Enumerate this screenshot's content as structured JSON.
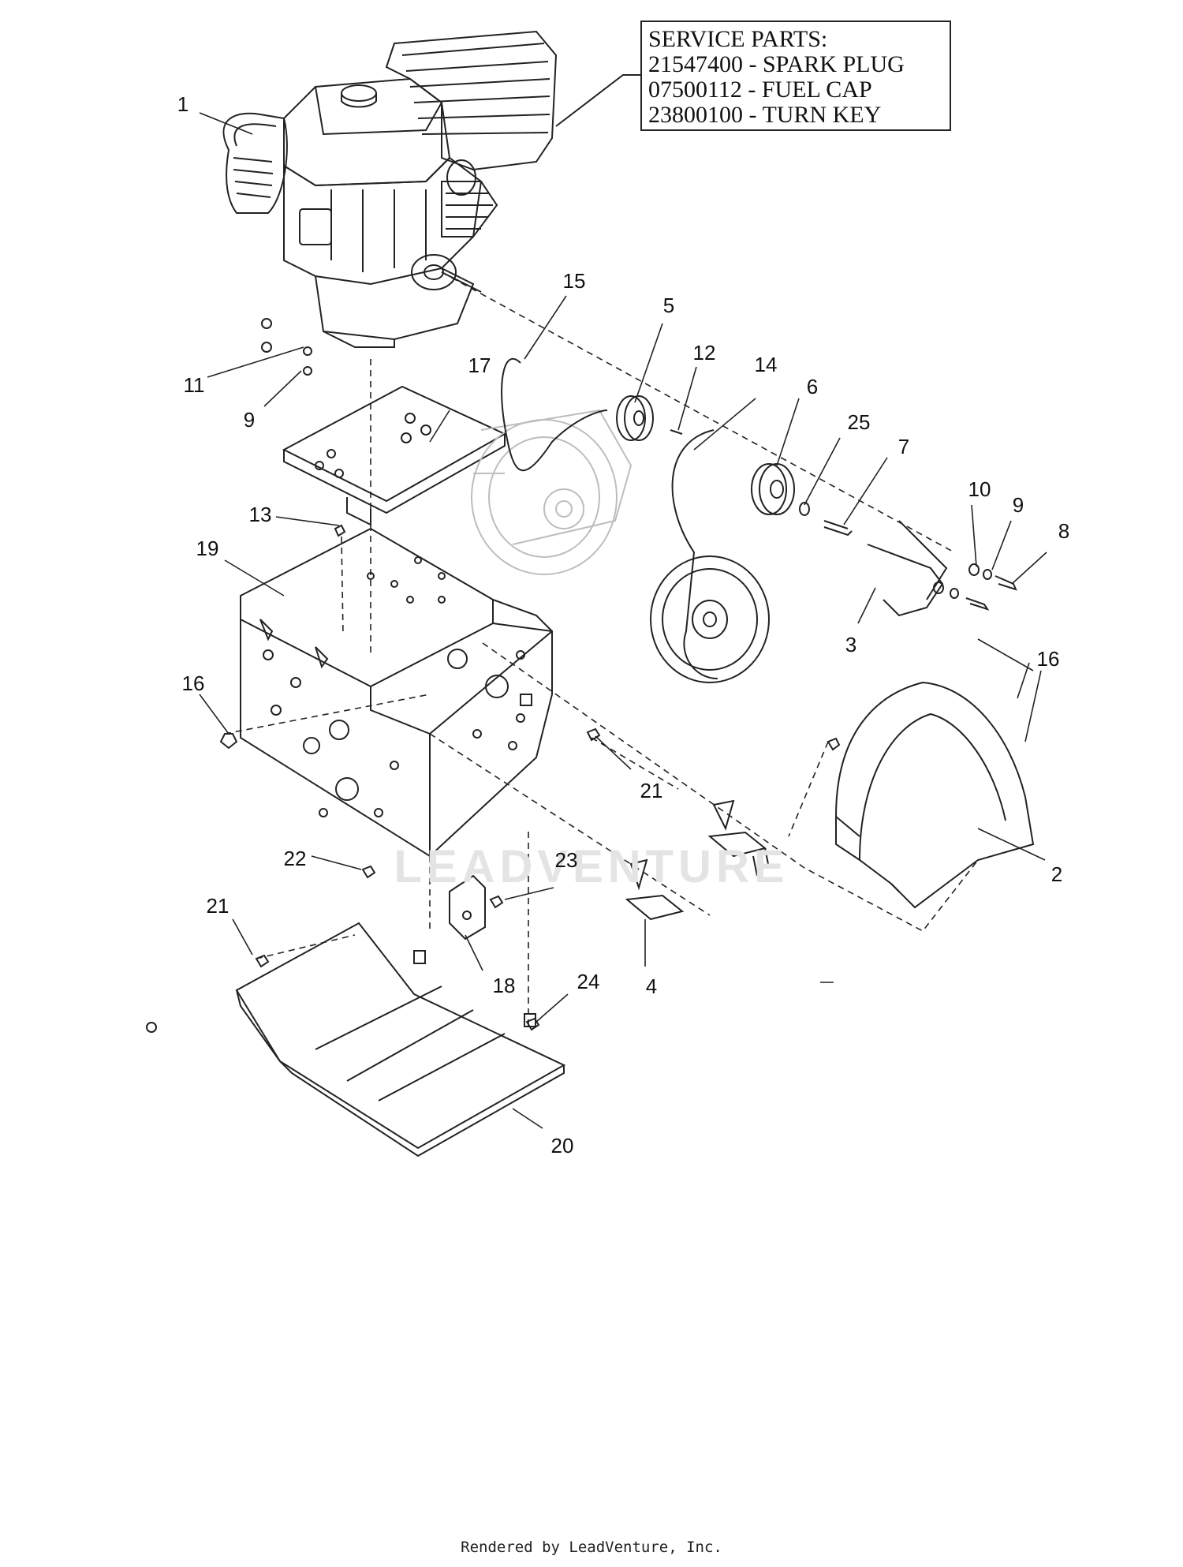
{
  "service_parts": {
    "title": "SERVICE PARTS:",
    "lines": [
      "21547400 - SPARK PLUG",
      "07500112 - FUEL CAP",
      "23800100 - TURN KEY"
    ]
  },
  "callouts": [
    {
      "id": "c1",
      "label": "1"
    },
    {
      "id": "c2",
      "label": "2"
    },
    {
      "id": "c3",
      "label": "3"
    },
    {
      "id": "c4",
      "label": "4"
    },
    {
      "id": "c5",
      "label": "5"
    },
    {
      "id": "c6",
      "label": "6"
    },
    {
      "id": "c7",
      "label": "7"
    },
    {
      "id": "c8",
      "label": "8"
    },
    {
      "id": "c9a",
      "label": "9"
    },
    {
      "id": "c9b",
      "label": "9"
    },
    {
      "id": "c10",
      "label": "10"
    },
    {
      "id": "c11",
      "label": "11"
    },
    {
      "id": "c12",
      "label": "12"
    },
    {
      "id": "c13",
      "label": "13"
    },
    {
      "id": "c14",
      "label": "14"
    },
    {
      "id": "c15",
      "label": "15"
    },
    {
      "id": "c16a",
      "label": "16"
    },
    {
      "id": "c16b",
      "label": "16"
    },
    {
      "id": "c17",
      "label": "17"
    },
    {
      "id": "c18",
      "label": "18"
    },
    {
      "id": "c19",
      "label": "19"
    },
    {
      "id": "c20",
      "label": "20"
    },
    {
      "id": "c21a",
      "label": "21"
    },
    {
      "id": "c21b",
      "label": "21"
    },
    {
      "id": "c22",
      "label": "22"
    },
    {
      "id": "c23",
      "label": "23"
    },
    {
      "id": "c24",
      "label": "24"
    },
    {
      "id": "c25",
      "label": "25"
    }
  ],
  "watermark": "LEADVENTURE",
  "footer": "Rendered by LeadVenture, Inc.",
  "colors": {
    "line": "#222222",
    "faded": "#bdbdbd",
    "watermark": "#e4e4e4"
  }
}
